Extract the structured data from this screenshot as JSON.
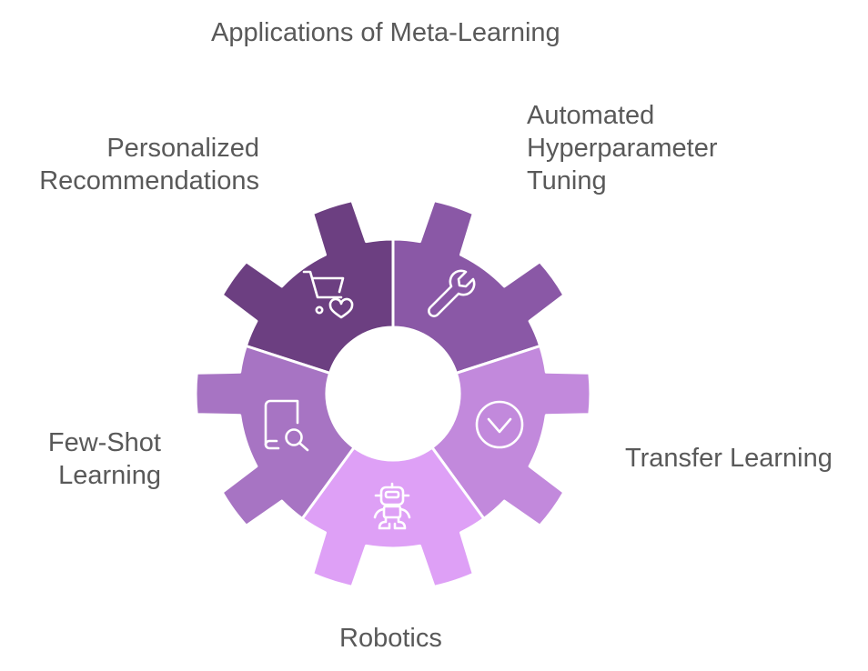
{
  "title": "Applications of Meta-Learning",
  "segments": [
    {
      "id": "personalized",
      "lines": [
        "Personalized",
        "Recommendations"
      ],
      "icon": "cart-heart-icon",
      "color": "#6c3f81"
    },
    {
      "id": "hyperparameter",
      "lines": [
        "Automated",
        "Hyperparameter",
        "Tuning"
      ],
      "icon": "wrench-icon",
      "color": "#8a58a6"
    },
    {
      "id": "transfer",
      "lines": [
        "Transfer Learning"
      ],
      "icon": "check-circle-icon",
      "color": "#c289dc"
    },
    {
      "id": "robotics",
      "lines": [
        "Robotics"
      ],
      "icon": "robot-icon",
      "color": "#dea0f6"
    },
    {
      "id": "fewshot",
      "lines": [
        "Few-Shot",
        "Learning"
      ],
      "icon": "book-search-icon",
      "color": "#a774c3"
    }
  ]
}
